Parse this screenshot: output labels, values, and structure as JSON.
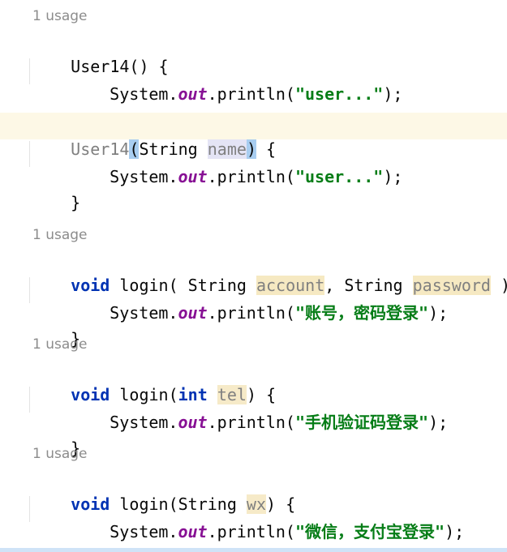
{
  "code": {
    "usage_label": "1 usage",
    "ctor1": {
      "signature": "User14() {",
      "body_prefix": "System.",
      "body_field": "out",
      "body_call": ".println(",
      "body_string": "\"user...\"",
      "body_suffix": ");",
      "close": "}"
    },
    "ctor2": {
      "name": "User14",
      "open_paren": "(",
      "param_type": "String ",
      "param_name": "name",
      "close_paren": ")",
      "brace": " {",
      "body_prefix": "System.",
      "body_field": "out",
      "body_call": ".println(",
      "body_string": "\"user...\"",
      "body_suffix": ");",
      "close": "}"
    },
    "login1": {
      "keyword": "void",
      "name": " login( String ",
      "param1": "account",
      "sep": ", String ",
      "param2": "password",
      "tail": " ) {",
      "body_prefix": "System.",
      "body_field": "out",
      "body_call": ".println(",
      "body_string": "\"账号，密码登录\"",
      "body_suffix": ");",
      "close": "}"
    },
    "login2": {
      "keyword": "void",
      "name": " login(",
      "type": "int",
      "space": " ",
      "param": "tel",
      "tail": ") {",
      "body_prefix": "System.",
      "body_field": "out",
      "body_call": ".println(",
      "body_string": "\"手机验证码登录\"",
      "body_suffix": ");",
      "close": "}"
    },
    "login3": {
      "keyword": "void",
      "name": " login(String ",
      "param": "wx",
      "tail": ") {",
      "body_prefix": "System.",
      "body_field": "out",
      "body_call": ".println(",
      "body_string": "\"微信，支付宝登录\"",
      "body_suffix": ");",
      "close": "}"
    }
  },
  "colors": {
    "keyword": "#0033b3",
    "field": "#871094",
    "string": "#067d17",
    "unused_param": "#808080",
    "current_line": "#fdf8e6"
  }
}
